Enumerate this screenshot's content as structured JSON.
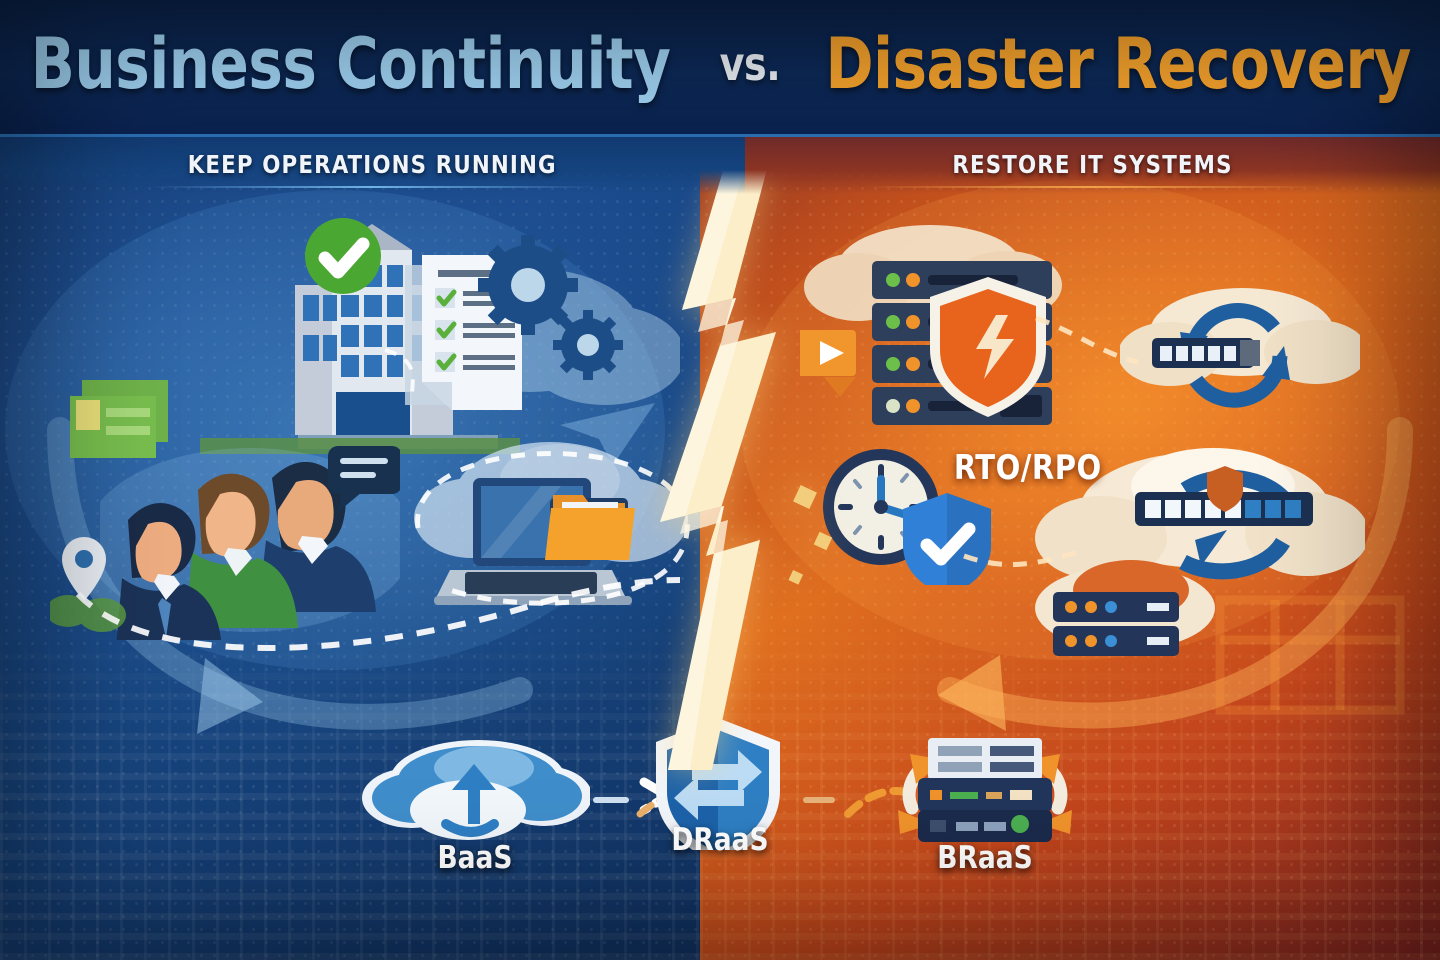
{
  "header": {
    "title_part1": "Business Continuity",
    "title_vs": "vs.",
    "title_part2": "Disaster Recovery",
    "title_color_left": "#9fd2f2",
    "title_color_right": "#f5a22c",
    "band_color": "#0d2a58"
  },
  "panels": {
    "left": {
      "subtitle": "KEEP OPERATIONS RUNNING",
      "theme_color": "#1b4a8c",
      "accent_color": "#6fb2e6",
      "icons": [
        {
          "name": "office-building",
          "badge": "check-mark",
          "badge_color": "#4aa832"
        },
        {
          "name": "money-stack",
          "color": "#67b043"
        },
        {
          "name": "checklist-document",
          "check_color": "#5ab03a",
          "items": 3
        },
        {
          "name": "gears",
          "count": 2,
          "color": "#1d4d86"
        },
        {
          "name": "people-team",
          "count": 3
        },
        {
          "name": "speech-bubble"
        },
        {
          "name": "laptop-cloud-folder",
          "folder_color": "#f4a02a"
        },
        {
          "name": "location-pin"
        }
      ]
    },
    "right": {
      "subtitle": "RESTORE IT SYSTEMS",
      "theme_color": "#e0701f",
      "accent_color": "#f0a24a",
      "metric_label": "RTO/RPO",
      "icons": [
        {
          "name": "server-rack",
          "units": 4,
          "led_colors": [
            "#6cc04a",
            "#f0932b"
          ]
        },
        {
          "name": "shield-bolt",
          "color": "#e8641c"
        },
        {
          "name": "cloud-sync",
          "arrow_color": "#1f5fa0"
        },
        {
          "name": "clock",
          "time": "2:00"
        },
        {
          "name": "shield-check",
          "color": "#2f80d6"
        },
        {
          "name": "cloud-restore-progress",
          "arrow_color": "#1f5fa0"
        },
        {
          "name": "cloud-servers"
        },
        {
          "name": "play-button"
        }
      ]
    }
  },
  "divider": {
    "name": "lightning-bolt",
    "color": "#fbe9bd"
  },
  "services": [
    {
      "label": "BaaS",
      "icon": "cloud-upload-icon",
      "color": "#2f7fc4"
    },
    {
      "label": "DRaaS",
      "icon": "shield-swap-arrows-icon",
      "color": "#1d63aa"
    },
    {
      "label": "BRaaS",
      "icon": "server-cycle-icon",
      "color": "#f0932b"
    }
  ],
  "connectors": [
    {
      "name": "dashed-arrow-left",
      "style": "dashed",
      "color": "#ffffff"
    },
    {
      "name": "dashed-arrow-right",
      "style": "dashed",
      "color": "#ffe6c0"
    }
  ]
}
